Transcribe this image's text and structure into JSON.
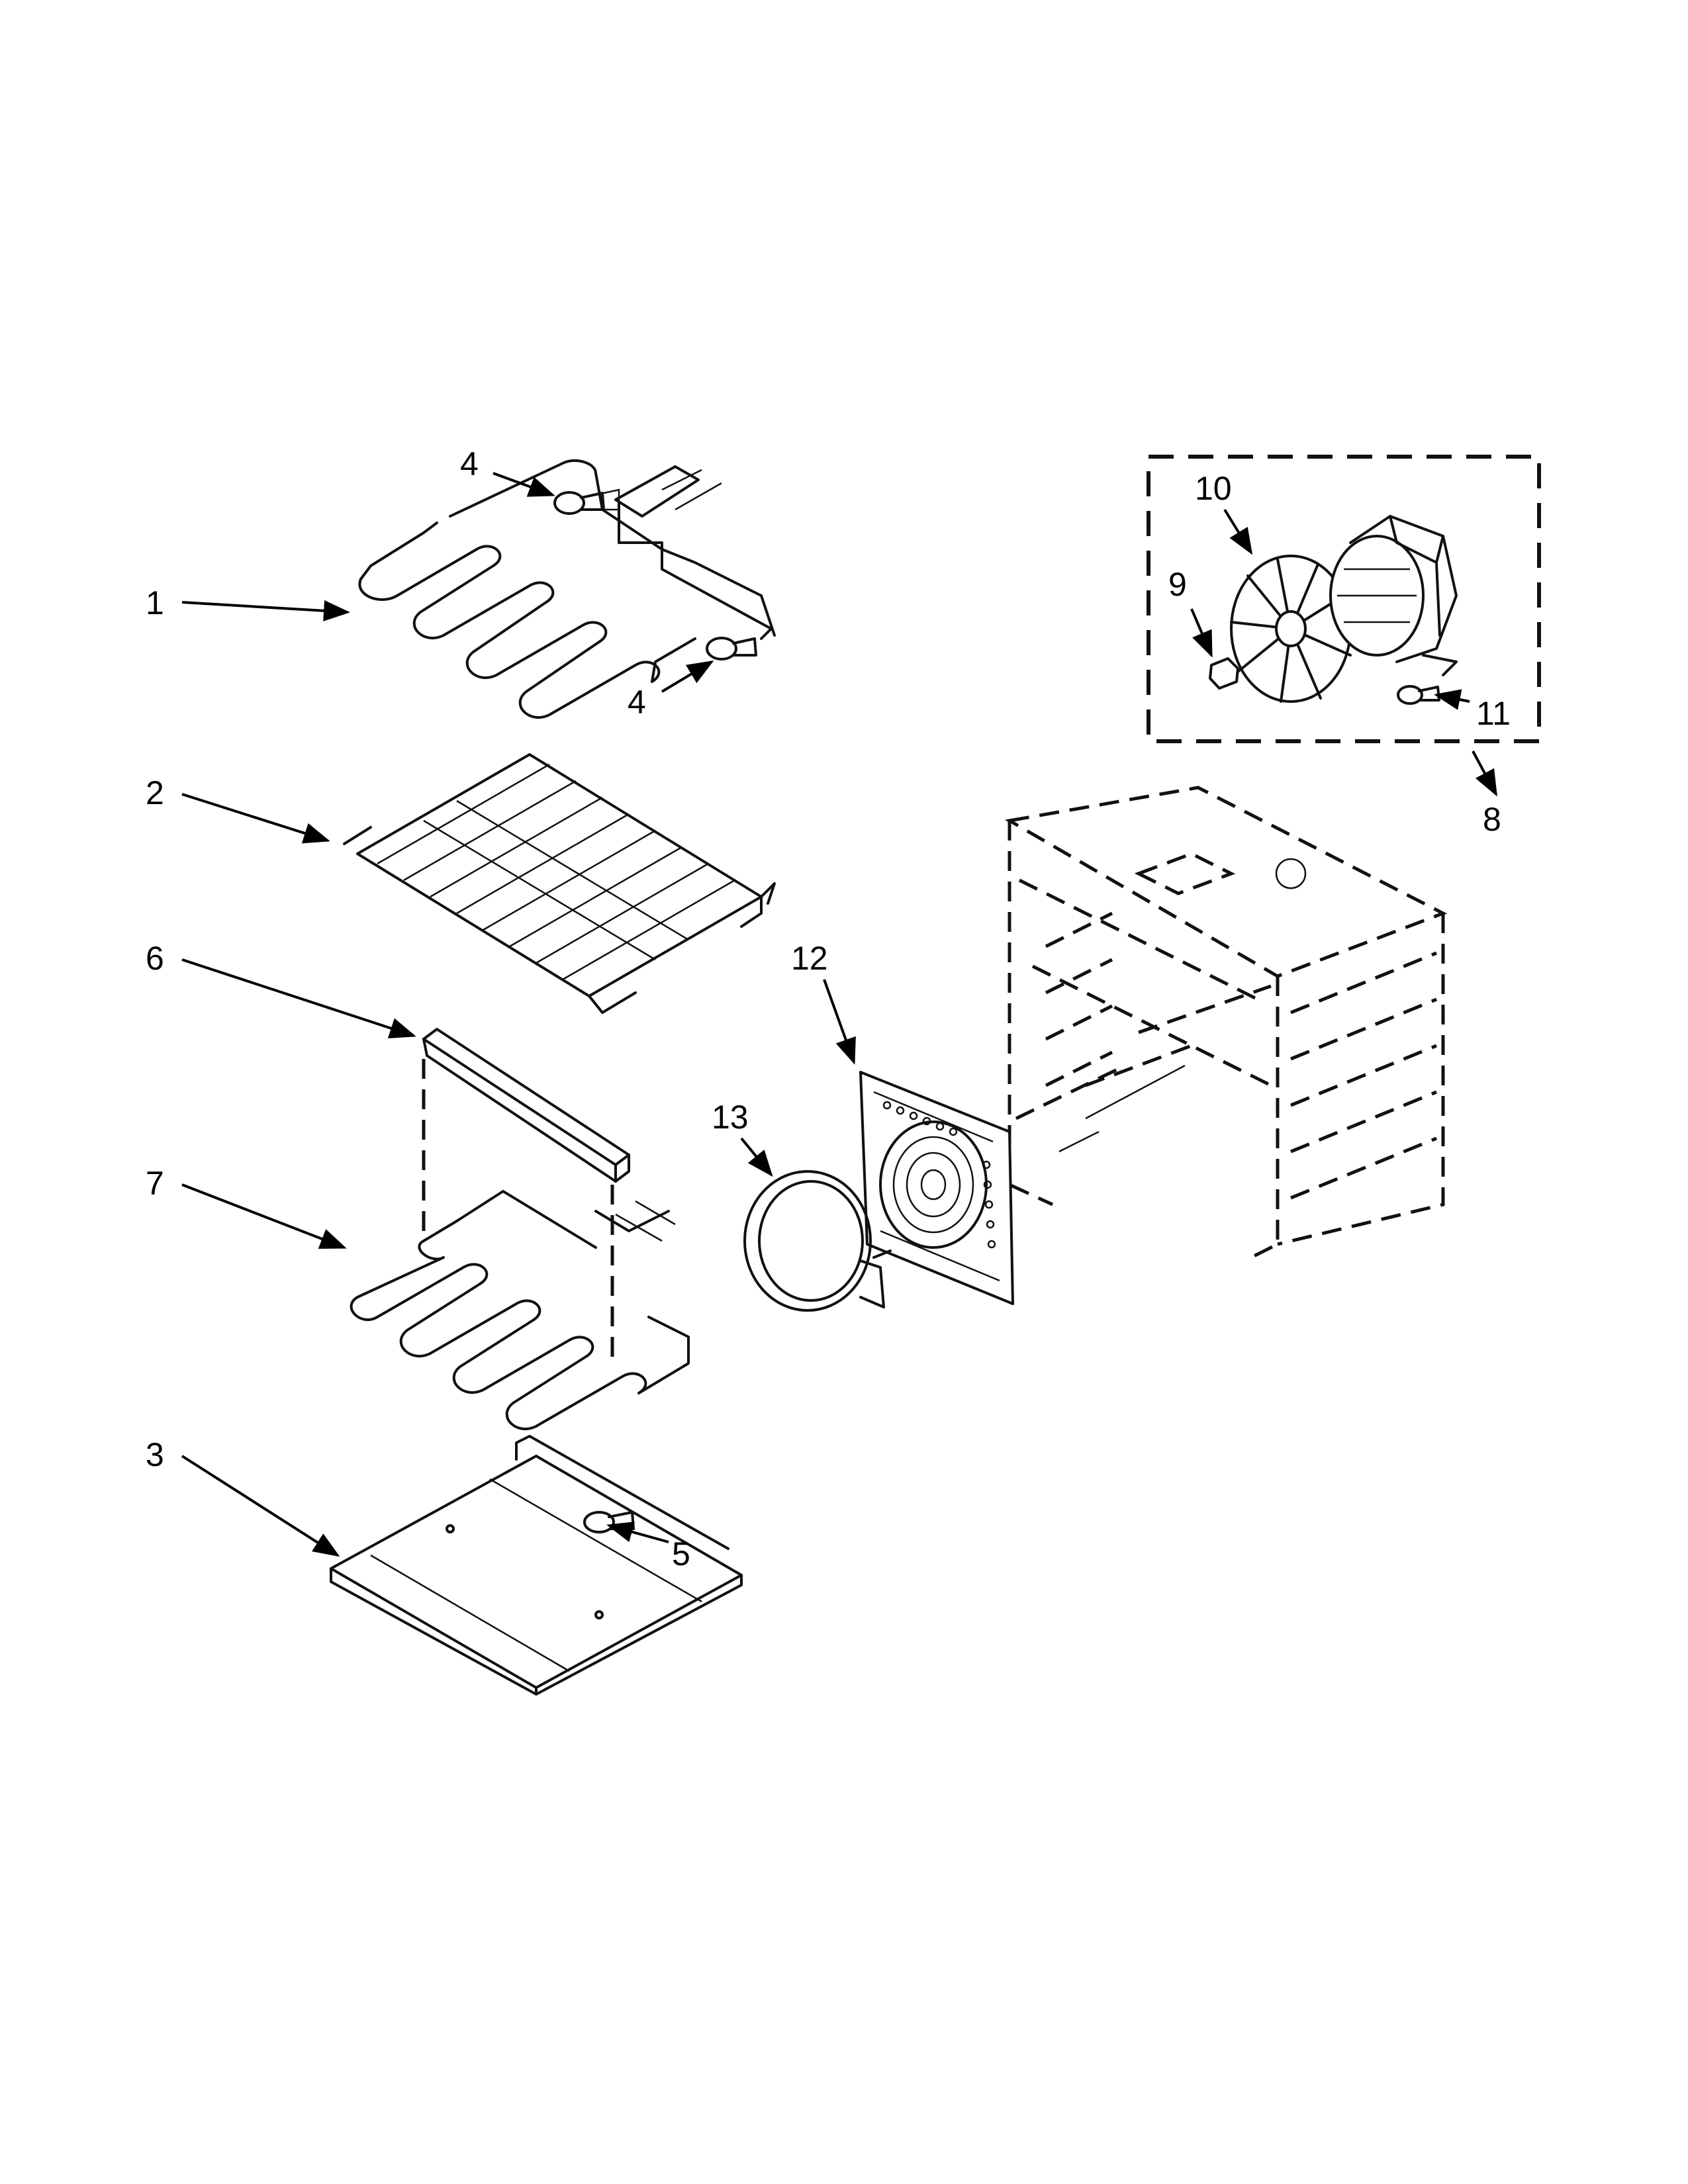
{
  "callouts": [
    {
      "id": "c1",
      "label": "1"
    },
    {
      "id": "c2",
      "label": "2"
    },
    {
      "id": "c3",
      "label": "3"
    },
    {
      "id": "c4a",
      "label": "4"
    },
    {
      "id": "c4b",
      "label": "4"
    },
    {
      "id": "c5",
      "label": "5"
    },
    {
      "id": "c6",
      "label": "6"
    },
    {
      "id": "c7",
      "label": "7"
    },
    {
      "id": "c8",
      "label": "8"
    },
    {
      "id": "c9",
      "label": "9"
    },
    {
      "id": "c10",
      "label": "10"
    },
    {
      "id": "c11",
      "label": "11"
    },
    {
      "id": "c12",
      "label": "12"
    },
    {
      "id": "c13",
      "label": "13"
    }
  ]
}
